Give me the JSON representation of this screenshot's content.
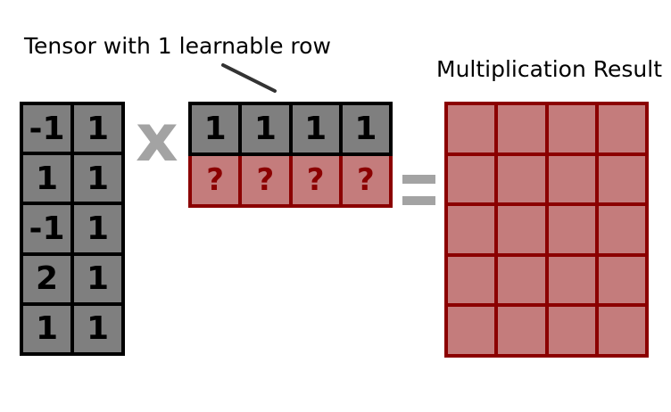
{
  "annotation": {
    "text": "Tensor with 1 learnable row"
  },
  "result_title": "Multiplication Result",
  "left_matrix": [
    [
      "-1",
      "1"
    ],
    [
      "1",
      "1"
    ],
    [
      "-1",
      "1"
    ],
    [
      "2",
      "1"
    ],
    [
      "1",
      "1"
    ]
  ],
  "right_matrix": {
    "fixed_row": [
      "1",
      "1",
      "1",
      "1"
    ],
    "learnable_row": [
      "?",
      "?",
      "?",
      "?"
    ]
  },
  "result_matrix": {
    "rows": 5,
    "cols": 4
  },
  "operators": {
    "multiply": "x",
    "equals": "="
  },
  "colors": {
    "gray_cell": "#7f7f7f",
    "learnable_fill": "#c47c7c",
    "learnable_border": "#8b0000",
    "operator": "#a3a3a3"
  }
}
